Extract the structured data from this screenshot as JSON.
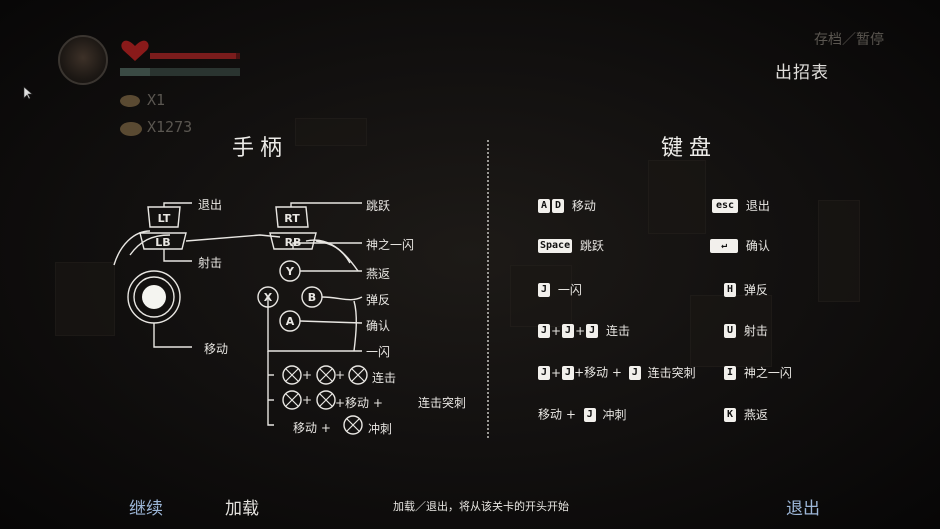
{
  "hud": {
    "lives": "X1",
    "coins": "X1273",
    "hp_fraction": 0.95,
    "mp_fraction": 0.25
  },
  "top_right": "存档／暂停",
  "move_list_title": "出招表",
  "gamepad": {
    "title": "手柄",
    "buttons": {
      "lt": "LT",
      "lb": "LB",
      "rt": "RT",
      "rb": "RB",
      "y": "Y",
      "x": "X",
      "b": "B",
      "a": "A"
    },
    "labels": {
      "exit": "退出",
      "shoot": "射击",
      "move": "移动",
      "jump": "跳跃",
      "slash": "神之一闪",
      "swallow": "燕返",
      "deflect": "弹反",
      "confirm": "确认",
      "flash": "一闪",
      "combo": "连击",
      "combo_thrust": "连击突刺",
      "dash": "冲刺",
      "move_plus": "+移动 +",
      "move_prefix": "移动 +"
    }
  },
  "keyboard": {
    "title": "键盘",
    "keys": {
      "a": "A",
      "d": "D",
      "esc": "esc",
      "space": "Space",
      "enter": "↵",
      "j": "J",
      "h": "H",
      "u": "U",
      "i": "I",
      "k": "K"
    },
    "labels": {
      "move": "移动",
      "exit": "退出",
      "jump": "跳跃",
      "confirm": "确认",
      "flash": "一闪",
      "deflect": "弹反",
      "combo": "连击",
      "shoot": "射击",
      "move_plus": "+移动 +",
      "combo_thrust": "连击突刺",
      "slash": "神之一闪",
      "move_prefix": "移动 +",
      "dash": "冲刺",
      "swallow": "燕返",
      "plus": "+"
    }
  },
  "bottom": {
    "continue": "继续",
    "load": "加载",
    "hint": "加载／退出，将从该关卡的开头开始",
    "exit": "退出"
  },
  "colors": {
    "accent_blue": "#9db7d8",
    "text": "#e8e6e2",
    "hp": "#7a1c1c"
  }
}
